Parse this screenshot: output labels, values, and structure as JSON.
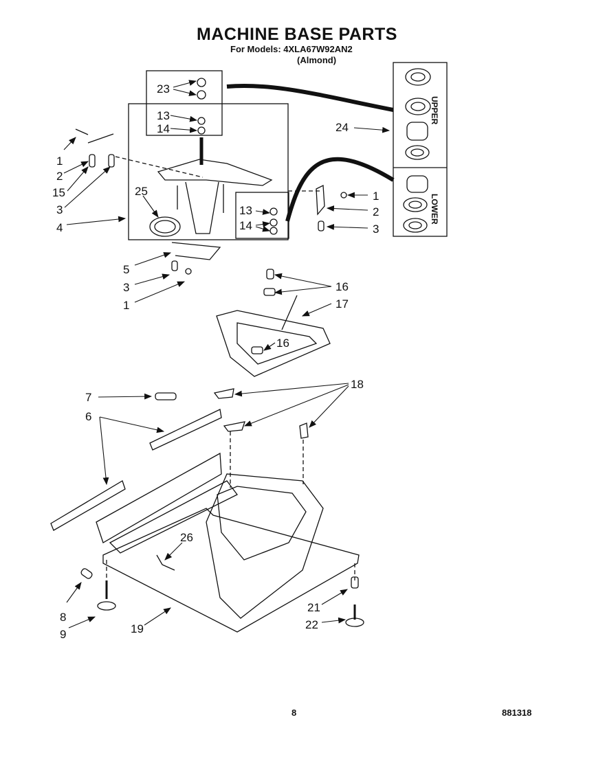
{
  "header": {
    "title": "MACHINE BASE PARTS",
    "models_line": "For Models: 4XLA67W92AN2",
    "color_line": "(Almond)"
  },
  "inset": {
    "upper_label": "UPPER",
    "lower_label": "LOWER"
  },
  "callouts": {
    "c23": "23",
    "c13a": "13",
    "c14a": "14",
    "c1a": "1",
    "c2a": "2",
    "c15": "15",
    "c3a": "3",
    "c4": "4",
    "c25": "25",
    "c24": "24",
    "c1b": "1",
    "c2b": "2",
    "c3b": "3",
    "c13b": "13",
    "c14b": "14",
    "c5": "5",
    "c3c": "3",
    "c1c": "1",
    "c16a": "16",
    "c17": "17",
    "c16b": "16",
    "c7": "7",
    "c18": "18",
    "c6": "6",
    "c26": "26",
    "c8": "8",
    "c9": "9",
    "c19": "19",
    "c21": "21",
    "c22": "22"
  },
  "footer": {
    "page": "8",
    "code": "881318"
  }
}
